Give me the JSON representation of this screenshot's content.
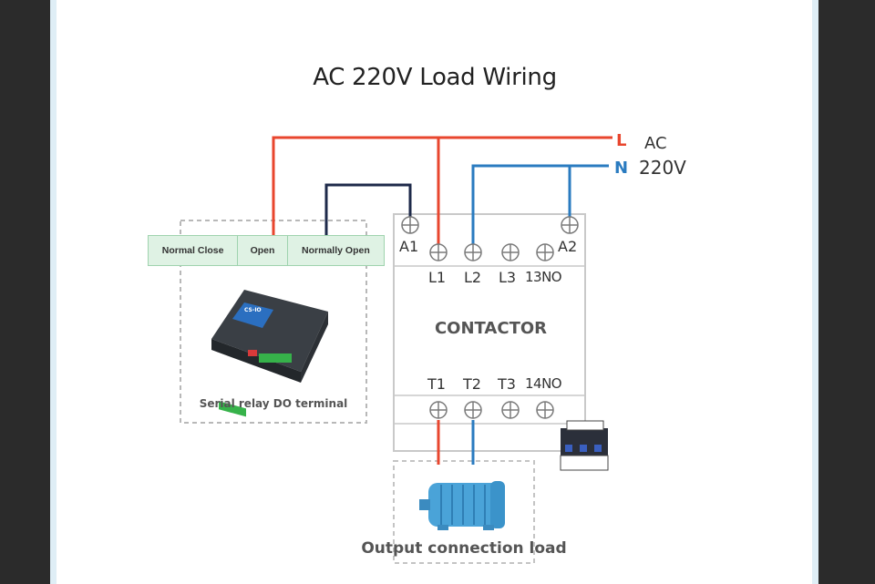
{
  "title": "AC 220V Load Wiring",
  "supply": {
    "line_label": "L",
    "neutral_label": "N",
    "ac_label": "AC",
    "voltage_label": "220V"
  },
  "relay": {
    "terminals": [
      "Normal Close",
      "Open",
      "Normally Open"
    ],
    "caption": "Serial relay DO terminal",
    "module_badge": "CS-IO"
  },
  "contactor": {
    "name": "CONTACTOR",
    "coil_terminals": [
      "A1",
      "A2"
    ],
    "top_terminals": [
      "L1",
      "L2",
      "L3",
      "13NO"
    ],
    "bottom_terminals": [
      "T1",
      "T2",
      "T3",
      "14NO"
    ]
  },
  "load": {
    "caption": "Output connection load"
  },
  "colors": {
    "line": "#e8462e",
    "neutral": "#2a7bc0",
    "control": "#1e2a4a",
    "relay_green": "#dff2e4"
  }
}
